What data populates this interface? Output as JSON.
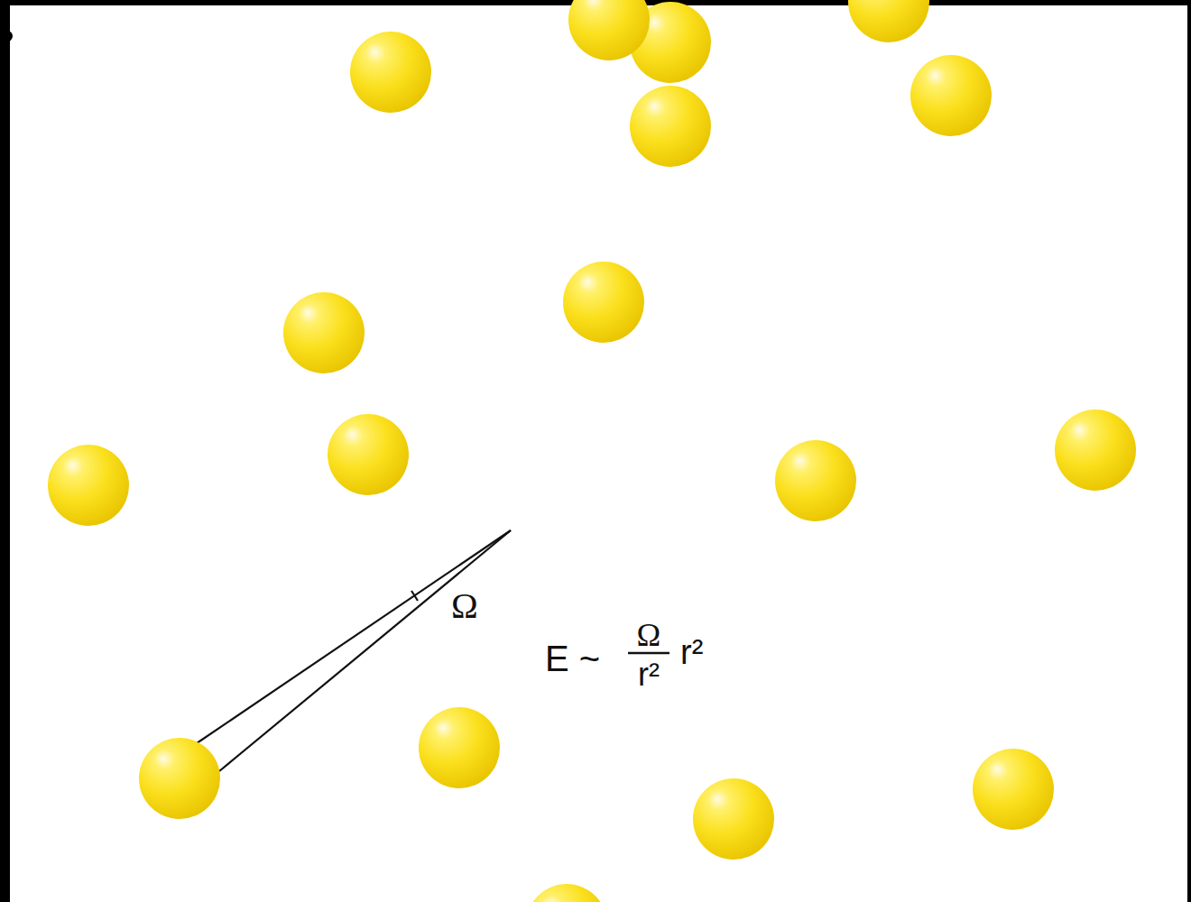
{
  "diagram": {
    "labels": [
      "Ω",
      "E ~",
      "Ω",
      "r²",
      "r²"
    ]
  }
}
